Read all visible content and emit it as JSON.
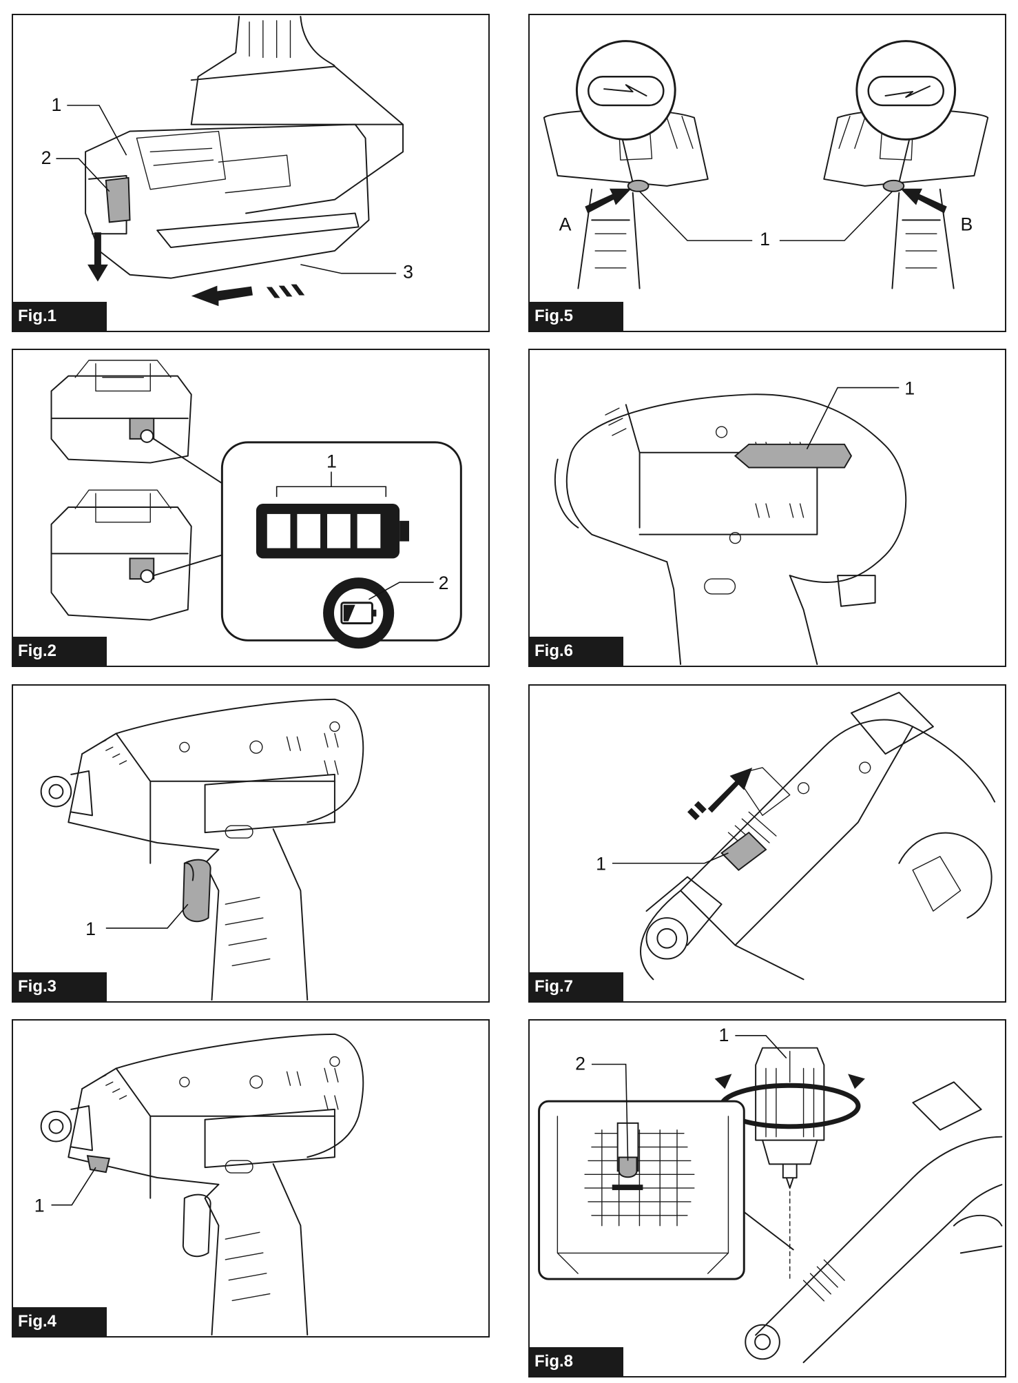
{
  "figures": [
    {
      "id": "fig1",
      "tag": "Fig.1",
      "callouts": [
        "1",
        "2",
        "3"
      ]
    },
    {
      "id": "fig2",
      "tag": "Fig.2",
      "callouts": [
        "1",
        "2"
      ]
    },
    {
      "id": "fig3",
      "tag": "Fig.3",
      "callouts": [
        "1"
      ]
    },
    {
      "id": "fig4",
      "tag": "Fig.4",
      "callouts": [
        "1"
      ]
    },
    {
      "id": "fig5",
      "tag": "Fig.5",
      "callouts": [
        "A",
        "1",
        "B"
      ]
    },
    {
      "id": "fig6",
      "tag": "Fig.6",
      "callouts": [
        "1"
      ]
    },
    {
      "id": "fig7",
      "tag": "Fig.7",
      "callouts": [
        "1"
      ]
    },
    {
      "id": "fig8",
      "tag": "Fig.8",
      "callouts": [
        "1",
        "2"
      ]
    }
  ]
}
